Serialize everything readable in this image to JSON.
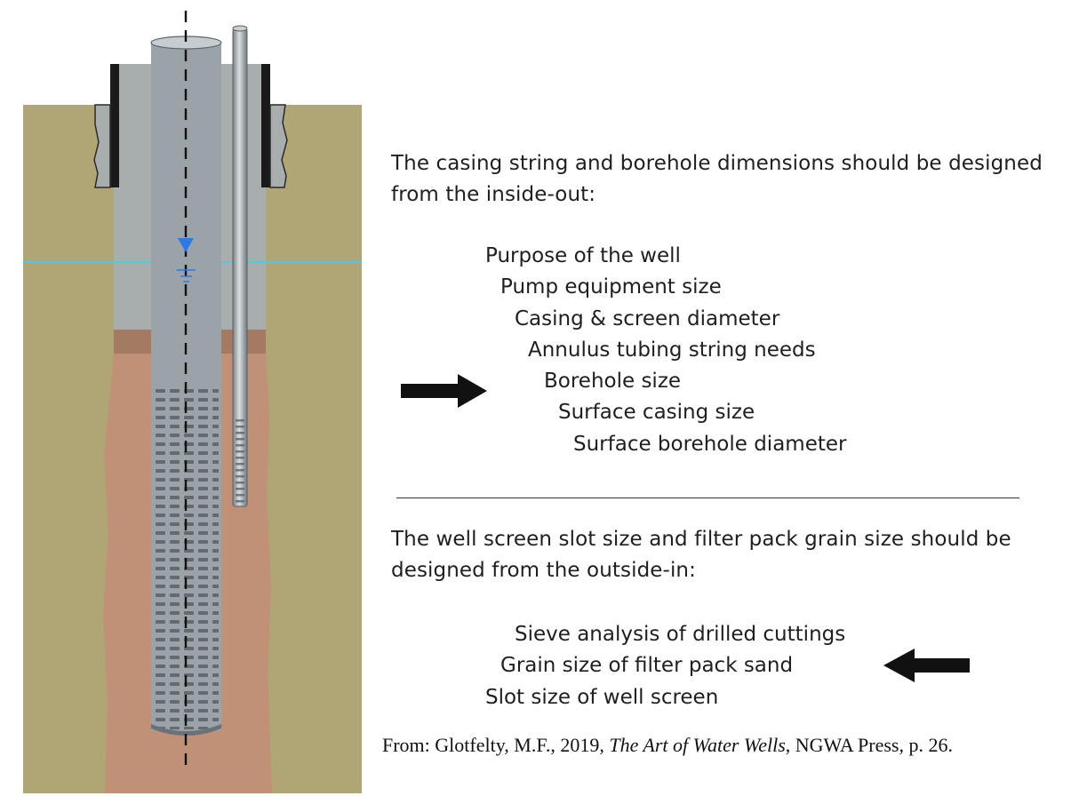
{
  "inside_out": {
    "heading_line1": "The casing string and borehole dimensions should be designed",
    "heading_line2": "from the inside-out:",
    "steps": [
      "Purpose of the well",
      "Pump equipment size",
      "Casing & screen diameter",
      "Annulus tubing string needs",
      "Borehole size",
      "Surface casing size",
      "Surface borehole diameter"
    ]
  },
  "outside_in": {
    "heading_line1": "The well screen slot size and filter pack grain size should be",
    "heading_line2": "designed from the outside-in:",
    "steps": [
      "Sieve analysis of drilled cuttings",
      "Grain size of filter pack sand",
      "Slot size of well screen"
    ]
  },
  "citation": {
    "prefix": "From: Glotfelty, M.F., 2019, ",
    "book_title": "The Art of Water Wells",
    "suffix": ", NGWA Press, p. 26."
  },
  "colors": {
    "ground": "#b0a574",
    "grout": "#a8adae",
    "filter_pack": "#c09077",
    "transition_band": "#a47a62",
    "casing": "#9aa3a8",
    "water_table": "#54c6e4",
    "water_marker": "#2f79e3",
    "arrow": "#111111"
  },
  "icons": {
    "inside_out_arrow": "arrow-right-icon",
    "outside_in_arrow": "arrow-left-icon"
  }
}
